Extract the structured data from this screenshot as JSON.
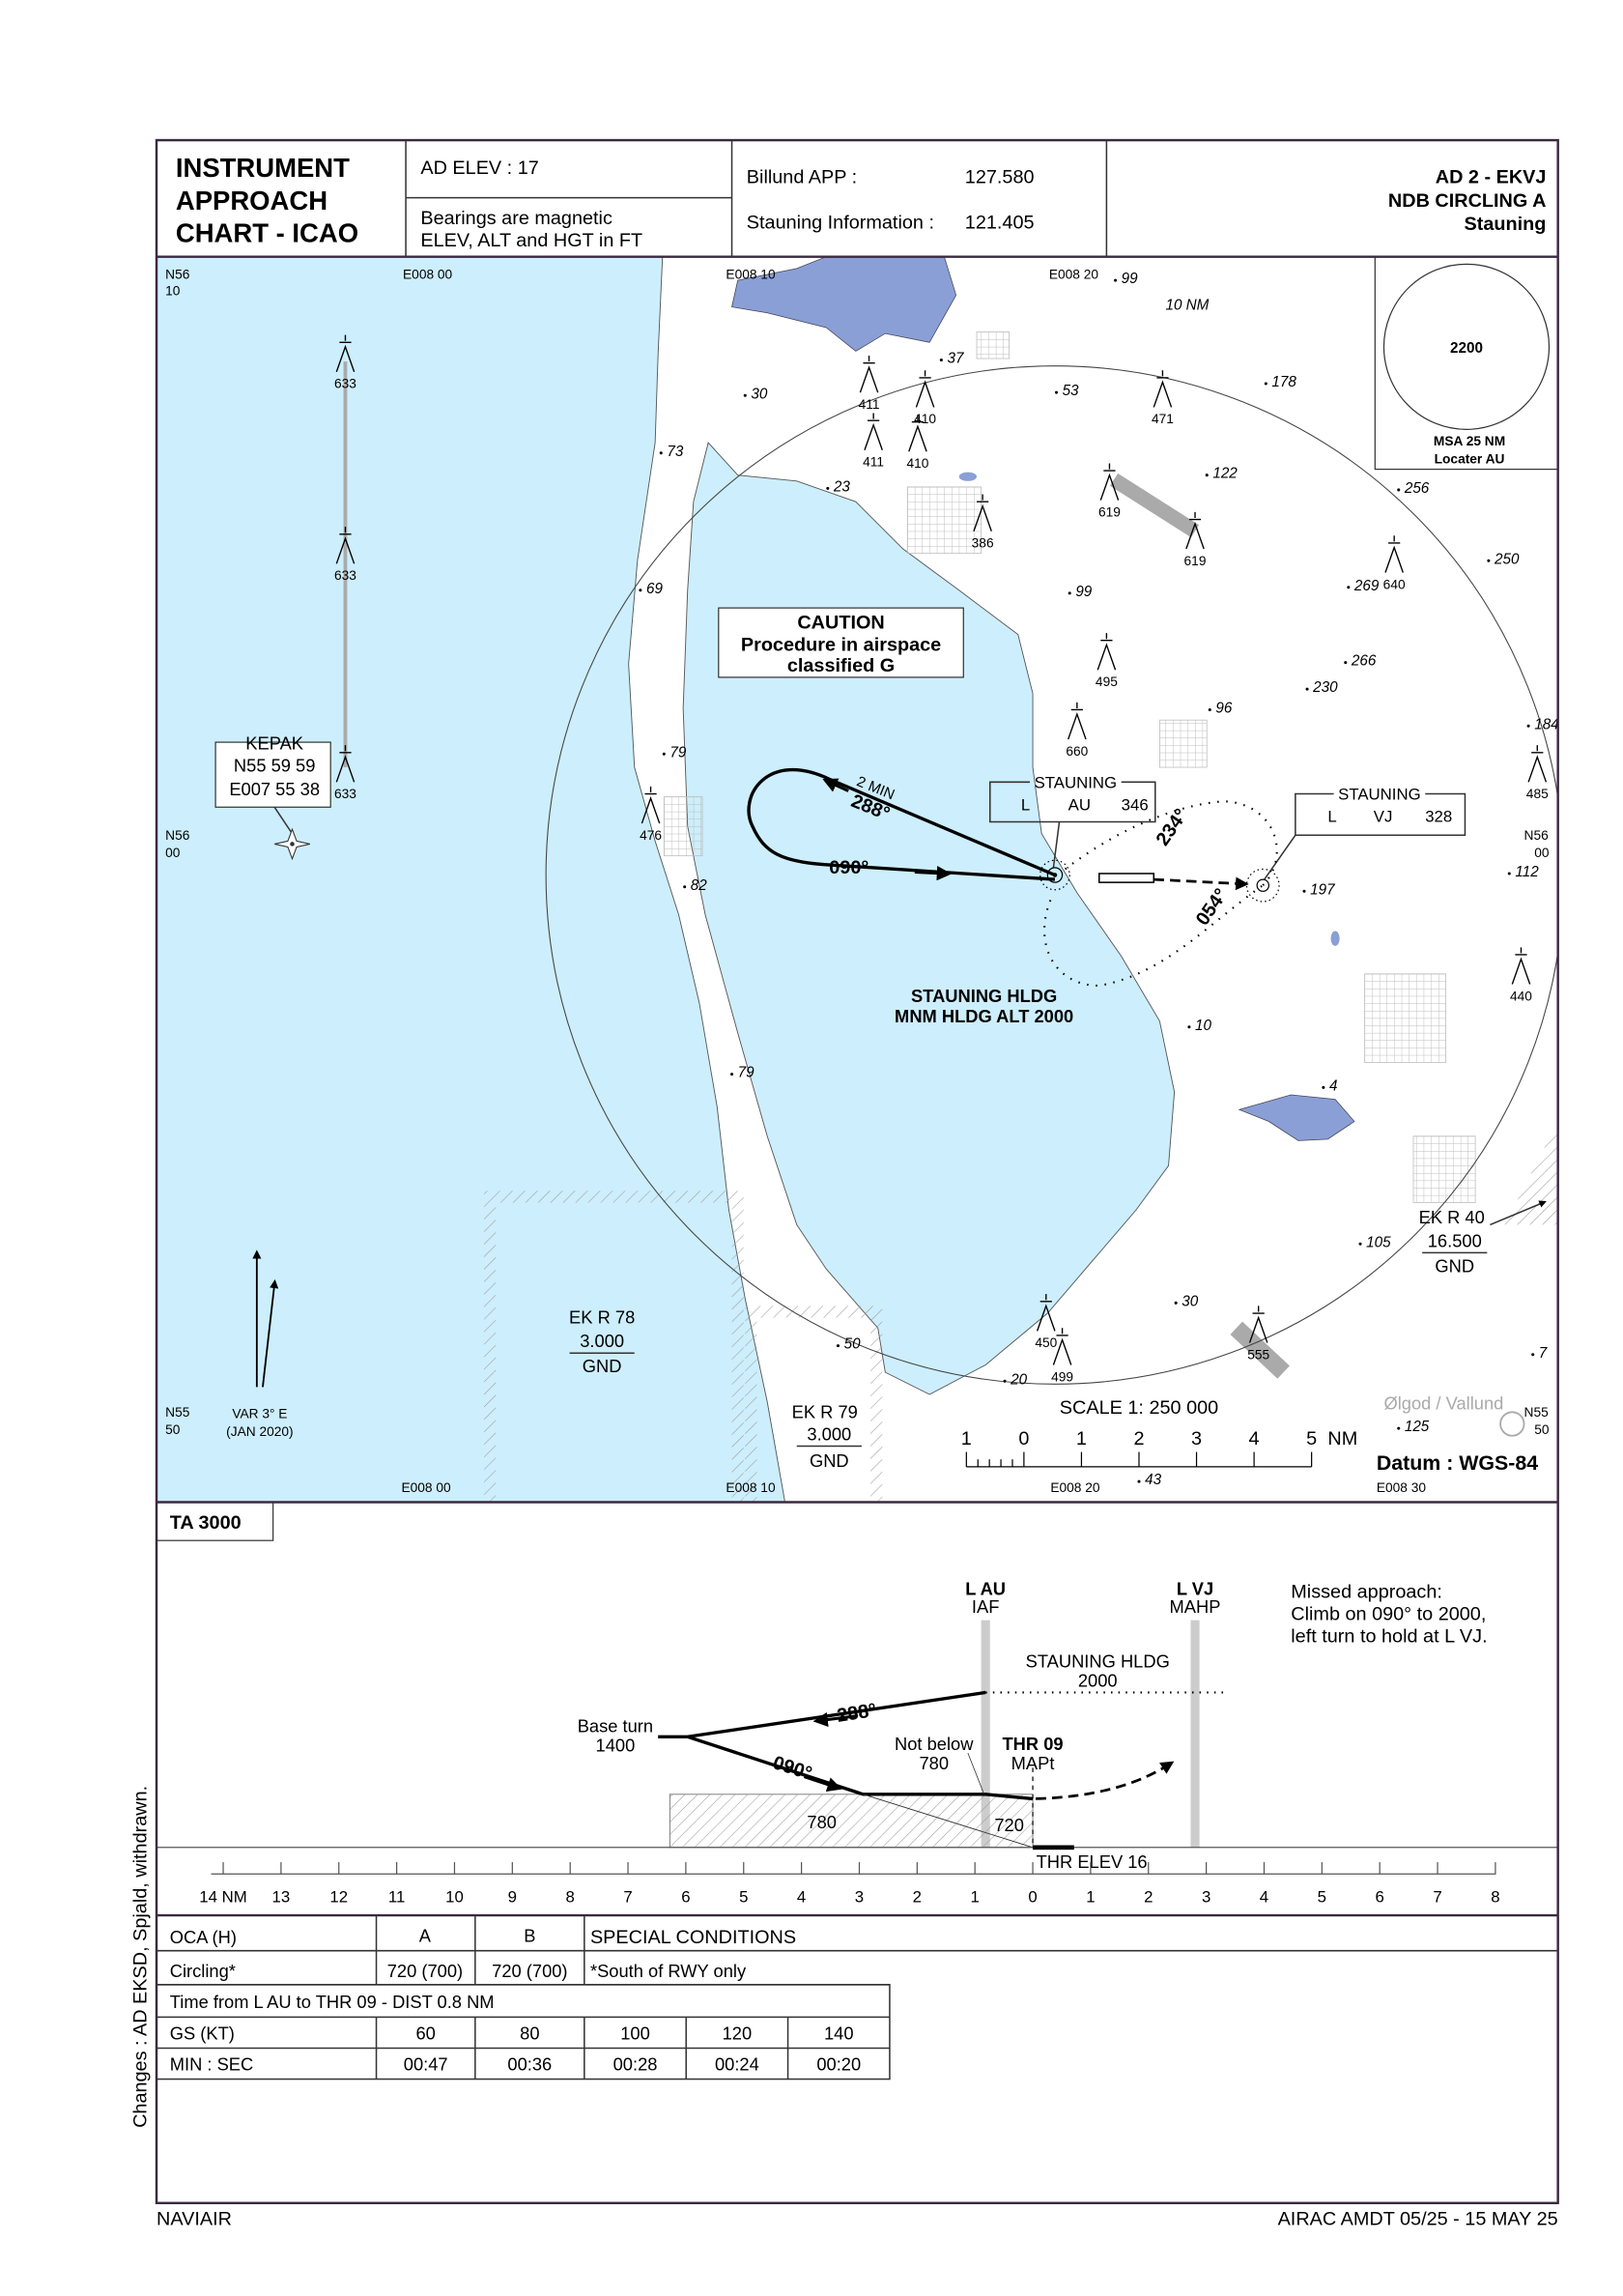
{
  "header": {
    "title_lines": [
      "INSTRUMENT",
      "APPROACH",
      "CHART - ICAO"
    ],
    "ad_elev": "AD ELEV : 17",
    "bearings_line1": "Bearings are magnetic",
    "bearings_line2": "ELEV, ALT and HGT in FT",
    "billund_app_label": "Billund APP :",
    "billund_app_freq": "127.580",
    "stauning_info_label": "Stauning Information :",
    "stauning_info_freq": "121.405",
    "chart_id": [
      "AD 2 - EKVJ",
      "NDB CIRCLING A",
      "Stauning"
    ]
  },
  "map": {
    "colors": {
      "sea": "#cdeefc",
      "lake_blue": "#8a9fd6",
      "restricted_hatch": "#999999",
      "obstacle_ridge": "#aaaaaa"
    },
    "grid_labels": {
      "n5610": [
        "N56",
        "10"
      ],
      "n5600_left": [
        "N56",
        "00"
      ],
      "n5600_right": [
        "N56",
        "00"
      ],
      "n5550_left": [
        "N55",
        "50"
      ],
      "n5550_right": [
        "N55",
        "50"
      ],
      "e00800_top": "E008 00",
      "e00810_top": "E008 10",
      "e00820_top": "E008 20",
      "e00800_bottom": "E008 00",
      "e00810_bottom": "E008 10",
      "e00820_bottom": "E008 20",
      "e00830_bottom": "E008 30"
    },
    "range_ring_label": "10 NM",
    "msa": {
      "altitude": "2200",
      "line1": "MSA 25 NM",
      "line2": "Locater AU"
    },
    "caution": [
      "CAUTION",
      "Procedure in airspace",
      "classified G"
    ],
    "kepak": [
      "KEPAK",
      "N55 59 59",
      "E007 55 38"
    ],
    "ndb_au": {
      "name": "STAUNING",
      "type": "L",
      "ident": "AU",
      "freq": "346"
    },
    "ndb_vj": {
      "name": "STAUNING",
      "type": "L",
      "ident": "VJ",
      "freq": "328"
    },
    "tracks": {
      "outbound_time": "2 MIN",
      "outbound": "288°",
      "inbound": "090°",
      "hold_inbound": "234°",
      "hold_outbound": "054°"
    },
    "holding": [
      "STAUNING HLDG",
      "MNM HLDG ALT 2000"
    ],
    "obstacles": [
      "633",
      "633",
      "633",
      "411",
      "410",
      "411",
      "410",
      "386",
      "471",
      "619",
      "619",
      "640",
      "495",
      "660",
      "476",
      "485",
      "440",
      "450",
      "499",
      "555"
    ],
    "spot_heights": [
      "99",
      "37",
      "30",
      "53",
      "178",
      "122",
      "73",
      "23",
      "256",
      "250",
      "269",
      "69",
      "99",
      "266",
      "230",
      "96",
      "184",
      "79",
      "82",
      "197",
      "112",
      "10",
      "4",
      "79",
      "30",
      "105",
      "50",
      "20",
      "7",
      "125",
      "43"
    ],
    "restricted": {
      "ek_r78": [
        "EK R 78",
        "3.000",
        "GND"
      ],
      "ek_r79": [
        "EK R 79",
        "3.000",
        "GND"
      ],
      "ek_r40": [
        "EK R 40",
        "16.500",
        "GND"
      ]
    },
    "variation": [
      "VAR 3° E",
      "(JAN 2020)"
    ],
    "scale_label": "SCALE 1: 250 000",
    "scale_ticks": [
      "1",
      "0",
      "1",
      "2",
      "3",
      "4",
      "5"
    ],
    "scale_unit": "NM",
    "datum": "Datum : WGS-84",
    "olgod": "Ølgod / Vallund"
  },
  "profile": {
    "ta": "TA 3000",
    "lau": [
      "L AU",
      "IAF"
    ],
    "lvj": [
      "L VJ",
      "MAHP"
    ],
    "missed_approach": [
      "Missed approach:",
      "Climb on 090° to 2000,",
      "left turn to hold at L VJ."
    ],
    "hldg": [
      "STAUNING HLDG",
      "2000"
    ],
    "base_turn": [
      "Base turn",
      "1400"
    ],
    "outbound": "288°",
    "inbound": "090°",
    "not_below": [
      "Not below",
      "780"
    ],
    "thr": [
      "THR 09",
      "MAPt"
    ],
    "moc_780": "780",
    "moc_720": "720",
    "thr_elev": "THR ELEV 16",
    "distance_before": [
      "14 NM",
      "13",
      "12",
      "11",
      "10",
      "9",
      "8",
      "7",
      "6",
      "5",
      "4",
      "3",
      "2",
      "1"
    ],
    "distance_after": [
      "0",
      "1",
      "2",
      "3",
      "4",
      "5",
      "6",
      "7",
      "8"
    ]
  },
  "minima": {
    "headers": [
      "OCA (H)",
      "A",
      "B",
      "SPECIAL CONDITIONS"
    ],
    "row": [
      "Circling*",
      "720 (700)",
      "720 (700)",
      "*South of RWY only"
    ]
  },
  "timing": {
    "title": "Time from L AU to THR 09 - DIST 0.8 NM",
    "gs_label": "GS (KT)",
    "gs": [
      "60",
      "80",
      "100",
      "120",
      "140"
    ],
    "time_label": "MIN : SEC",
    "times": [
      "00:47",
      "00:36",
      "00:28",
      "00:24",
      "00:20"
    ]
  },
  "side_note": "Changes : AD EKSD, Spjald, withdrawn.",
  "footer": {
    "left": "NAVIAIR",
    "right": "AIRAC AMDT 05/25 - 15 MAY 25"
  }
}
